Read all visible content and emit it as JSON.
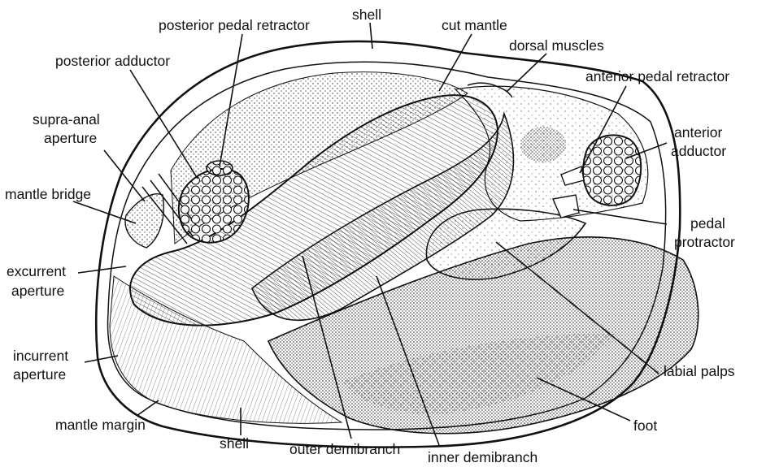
{
  "labels": {
    "shell_top": "shell",
    "posterior_pedal_retractor": "posterior pedal retractor",
    "cut_mantle": "cut mantle",
    "dorsal_muscles": "dorsal muscles",
    "posterior_adductor": "posterior adductor",
    "anterior_pedal_retractor": "anterior pedal retractor",
    "supra_anal_1": "supra-anal",
    "supra_anal_2": "aperture",
    "anterior_adductor_1": "anterior",
    "anterior_adductor_2": "adductor",
    "mantle_bridge": "mantle bridge",
    "pedal_protractor_1": "pedal",
    "pedal_protractor_2": "protractor",
    "excurrent_1": "excurrent",
    "excurrent_2": "aperture",
    "incurrent_1": "incurrent",
    "incurrent_2": "aperture",
    "labial_palps": "labial palps",
    "mantle_margin": "mantle margin",
    "foot": "foot",
    "shell_bottom": "shell",
    "outer_demibranch": "outer demibranch",
    "inner_demibranch": "inner demibranch"
  }
}
